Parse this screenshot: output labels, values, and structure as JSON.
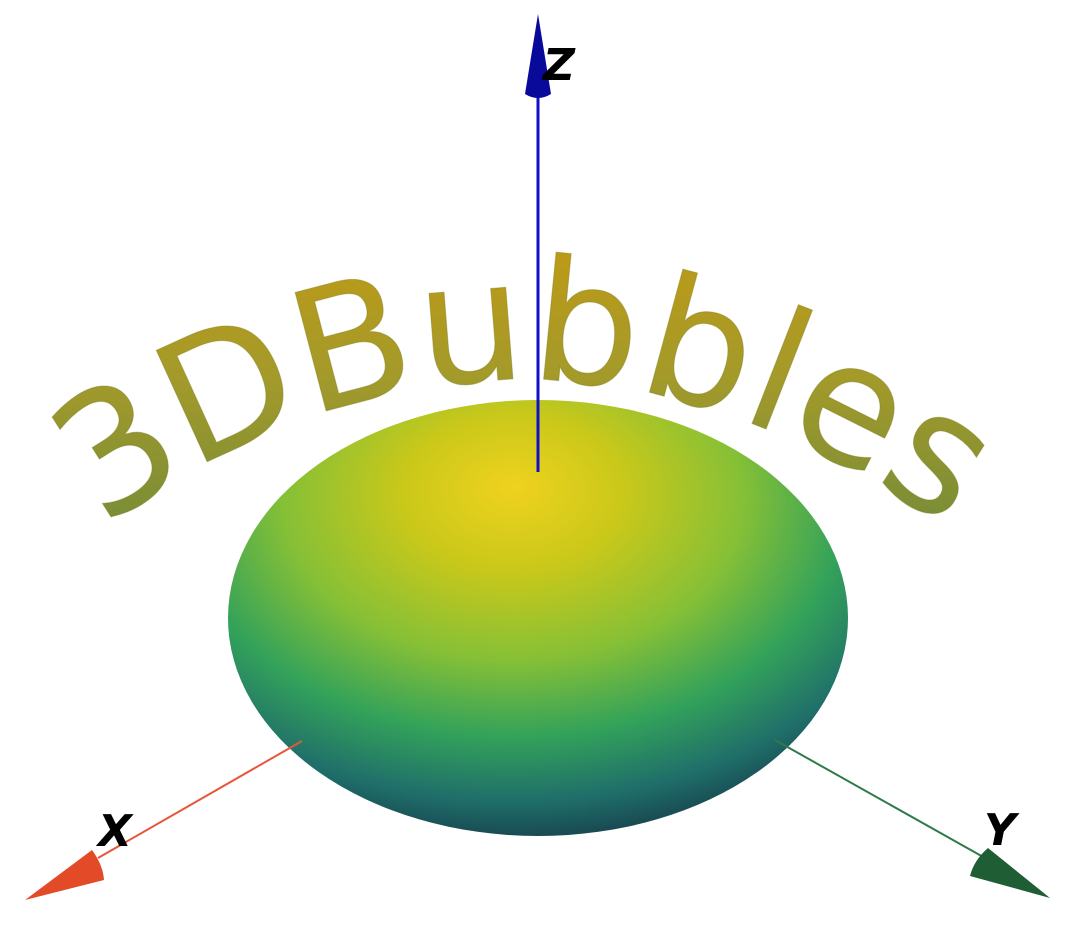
{
  "scene": {
    "logo_text": "3DBubbles",
    "axes": {
      "x": {
        "label": "X",
        "color": "#e8553a"
      },
      "y": {
        "label": "Y",
        "color": "#2f7a4a"
      },
      "z": {
        "label": "Z",
        "color": "#1010c8"
      }
    },
    "bubble": {
      "colormap": [
        "#f0d21e",
        "#b5c91a",
        "#7cc03a",
        "#33a25a",
        "#1f6e6a",
        "#143848"
      ]
    },
    "logo_color": "#b89a18"
  }
}
